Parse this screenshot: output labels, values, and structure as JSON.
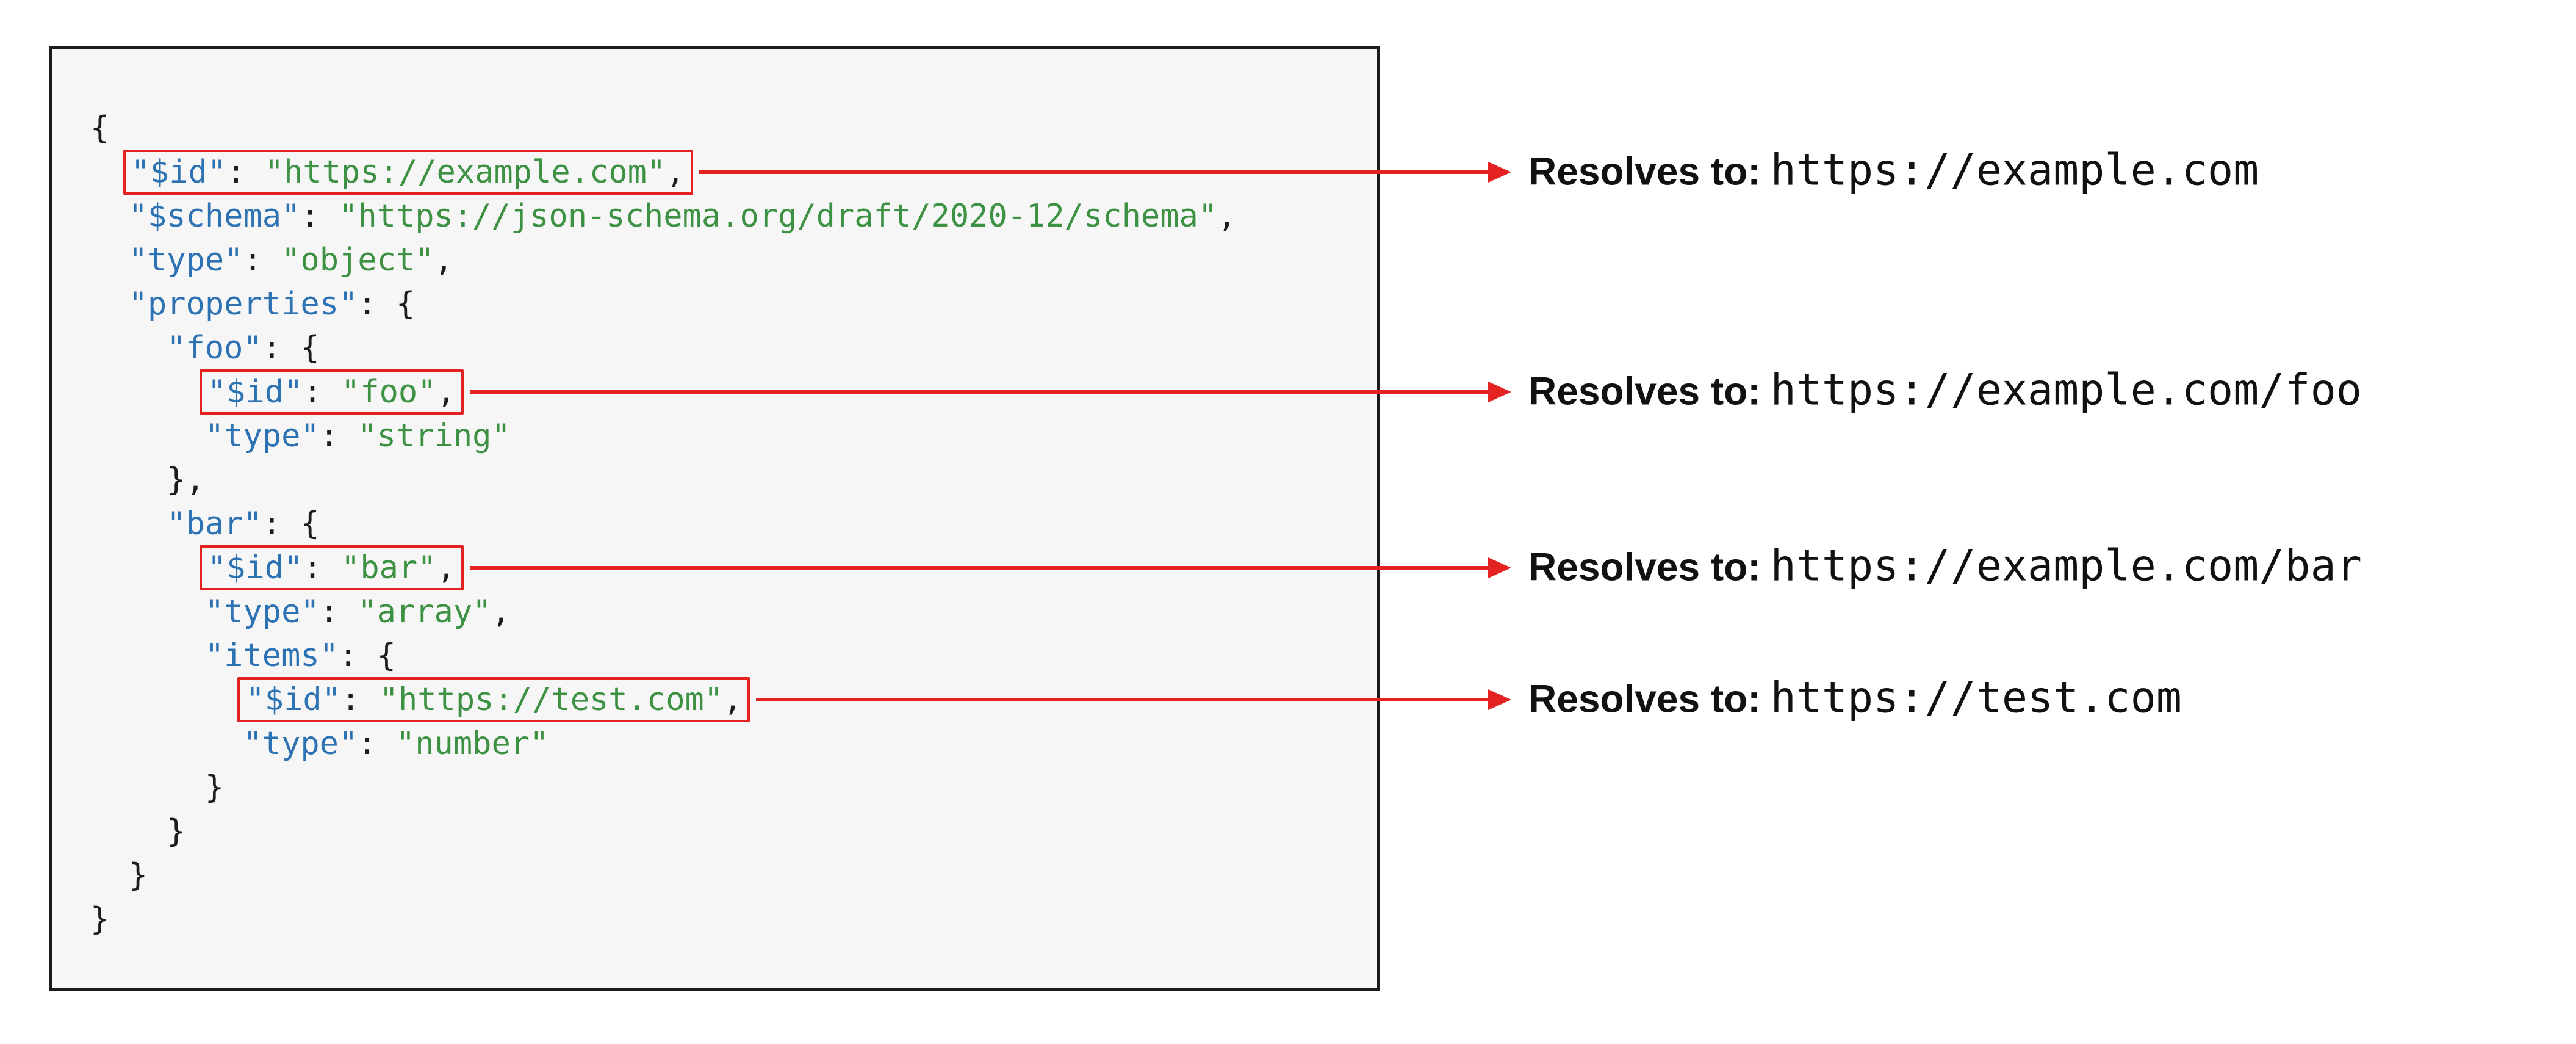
{
  "colors": {
    "key": "#2d72b3",
    "string": "#3c9142",
    "plain": "#1c1c1e",
    "highlight": "#e42222",
    "code_bg": "#f6f6f6",
    "code_border": "#1c1c1c",
    "label_text": "#111111"
  },
  "code": {
    "lines": [
      [
        {
          "x": "{",
          "t": "p"
        }
      ],
      [
        {
          "x": "  ",
          "t": "p"
        },
        {
          "x": "\"$id\"",
          "t": "k",
          "box": true
        },
        {
          "x": ": ",
          "t": "p",
          "box": true
        },
        {
          "x": "\"https://example.com\"",
          "t": "s",
          "box": true
        },
        {
          "x": ",",
          "t": "p",
          "box": true
        }
      ],
      [
        {
          "x": "  ",
          "t": "p"
        },
        {
          "x": "\"$schema\"",
          "t": "k"
        },
        {
          "x": ": ",
          "t": "p"
        },
        {
          "x": "\"https://json-schema.org/draft/2020-12/schema\"",
          "t": "s"
        },
        {
          "x": ",",
          "t": "p"
        }
      ],
      [
        {
          "x": "  ",
          "t": "p"
        },
        {
          "x": "\"type\"",
          "t": "k"
        },
        {
          "x": ": ",
          "t": "p"
        },
        {
          "x": "\"object\"",
          "t": "s"
        },
        {
          "x": ",",
          "t": "p"
        }
      ],
      [
        {
          "x": "  ",
          "t": "p"
        },
        {
          "x": "\"properties\"",
          "t": "k"
        },
        {
          "x": ": ",
          "t": "p"
        },
        {
          "x": "{",
          "t": "p"
        }
      ],
      [
        {
          "x": "    ",
          "t": "p"
        },
        {
          "x": "\"foo\"",
          "t": "k"
        },
        {
          "x": ": ",
          "t": "p"
        },
        {
          "x": "{",
          "t": "p"
        }
      ],
      [
        {
          "x": "      ",
          "t": "p"
        },
        {
          "x": "\"$id\"",
          "t": "k",
          "box": true
        },
        {
          "x": ": ",
          "t": "p",
          "box": true
        },
        {
          "x": "\"foo\"",
          "t": "s",
          "box": true
        },
        {
          "x": ",",
          "t": "p",
          "box": true
        }
      ],
      [
        {
          "x": "      ",
          "t": "p"
        },
        {
          "x": "\"type\"",
          "t": "k"
        },
        {
          "x": ": ",
          "t": "p"
        },
        {
          "x": "\"string\"",
          "t": "s"
        }
      ],
      [
        {
          "x": "    ",
          "t": "p"
        },
        {
          "x": "},",
          "t": "p"
        }
      ],
      [
        {
          "x": "    ",
          "t": "p"
        },
        {
          "x": "\"bar\"",
          "t": "k"
        },
        {
          "x": ": ",
          "t": "p"
        },
        {
          "x": "{",
          "t": "p"
        }
      ],
      [
        {
          "x": "      ",
          "t": "p"
        },
        {
          "x": "\"$id\"",
          "t": "k",
          "box": true
        },
        {
          "x": ": ",
          "t": "p",
          "box": true
        },
        {
          "x": "\"bar\"",
          "t": "s",
          "box": true
        },
        {
          "x": ",",
          "t": "p",
          "box": true
        }
      ],
      [
        {
          "x": "      ",
          "t": "p"
        },
        {
          "x": "\"type\"",
          "t": "k"
        },
        {
          "x": ": ",
          "t": "p"
        },
        {
          "x": "\"array\"",
          "t": "s"
        },
        {
          "x": ",",
          "t": "p"
        }
      ],
      [
        {
          "x": "      ",
          "t": "p"
        },
        {
          "x": "\"items\"",
          "t": "k"
        },
        {
          "x": ": ",
          "t": "p"
        },
        {
          "x": "{",
          "t": "p"
        }
      ],
      [
        {
          "x": "        ",
          "t": "p"
        },
        {
          "x": "\"$id\"",
          "t": "k",
          "box": true
        },
        {
          "x": ": ",
          "t": "p",
          "box": true
        },
        {
          "x": "\"https://test.com\"",
          "t": "s",
          "box": true
        },
        {
          "x": ",",
          "t": "p",
          "box": true
        }
      ],
      [
        {
          "x": "        ",
          "t": "p"
        },
        {
          "x": "\"type\"",
          "t": "k"
        },
        {
          "x": ": ",
          "t": "p"
        },
        {
          "x": "\"number\"",
          "t": "s"
        }
      ],
      [
        {
          "x": "      ",
          "t": "p"
        },
        {
          "x": "}",
          "t": "p"
        }
      ],
      [
        {
          "x": "    ",
          "t": "p"
        },
        {
          "x": "}",
          "t": "p"
        }
      ],
      [
        {
          "x": "  ",
          "t": "p"
        },
        {
          "x": "}",
          "t": "p"
        }
      ],
      [
        {
          "x": "}",
          "t": "p"
        }
      ]
    ]
  },
  "annotations": [
    {
      "label": "Resolves to:",
      "value": "https://example.com"
    },
    {
      "label": "Resolves to:",
      "value": "https://example.com/foo"
    },
    {
      "label": "Resolves to:",
      "value": "https://example.com/bar"
    },
    {
      "label": "Resolves to:",
      "value": "https://test.com"
    }
  ]
}
